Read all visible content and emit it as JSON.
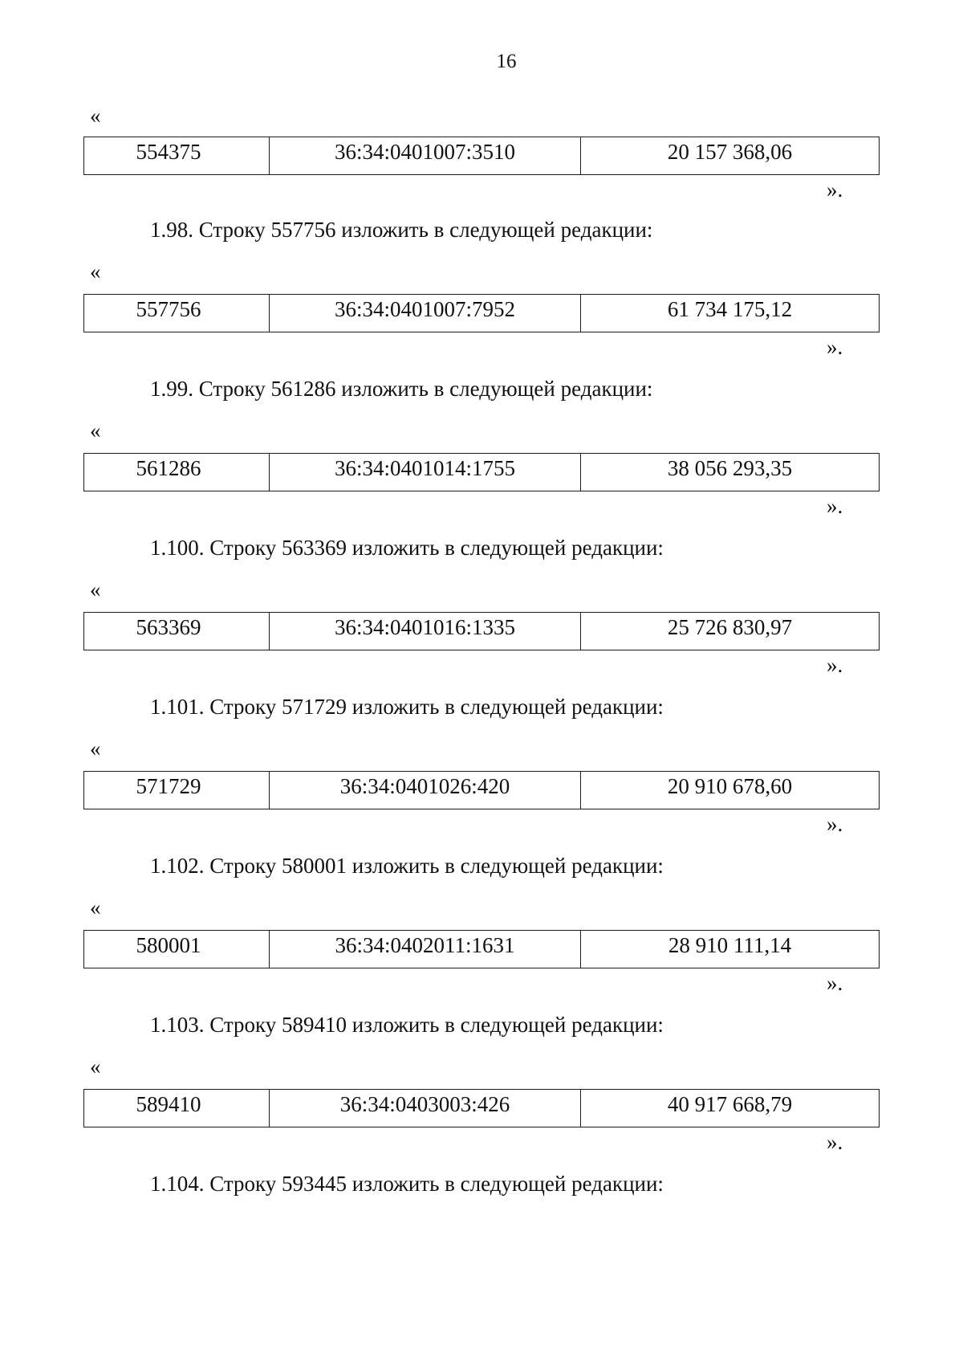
{
  "page_number": "16",
  "open_quote": "«",
  "close_quote": "».",
  "first_block": {
    "row": {
      "id": "554375",
      "cadastral": "36:34:0401007:3510",
      "value": "20 157 368,06"
    }
  },
  "items": [
    {
      "heading": "1.98. Строку 557756 изложить в следующей редакции:",
      "row": {
        "id": "557756",
        "cadastral": "36:34:0401007:7952",
        "value": "61 734 175,12"
      }
    },
    {
      "heading": "1.99. Строку 561286 изложить в следующей редакции:",
      "row": {
        "id": "561286",
        "cadastral": "36:34:0401014:1755",
        "value": "38 056 293,35"
      }
    },
    {
      "heading": "1.100. Строку 563369 изложить в следующей редакции:",
      "row": {
        "id": "563369",
        "cadastral": "36:34:0401016:1335",
        "value": "25 726 830,97"
      }
    },
    {
      "heading": "1.101. Строку 571729 изложить в следующей редакции:",
      "row": {
        "id": "571729",
        "cadastral": "36:34:0401026:420",
        "value": "20 910 678,60"
      }
    },
    {
      "heading": "1.102. Строку 580001 изложить в следующей редакции:",
      "row": {
        "id": "580001",
        "cadastral": "36:34:0402011:1631",
        "value": "28 910 111,14"
      }
    },
    {
      "heading": "1.103. Строку 589410 изложить в следующей редакции:",
      "row": {
        "id": "589410",
        "cadastral": "36:34:0403003:426",
        "value": "40 917 668,79"
      }
    }
  ],
  "last_heading": "1.104. Строку 593445 изложить в следующей редакции:"
}
